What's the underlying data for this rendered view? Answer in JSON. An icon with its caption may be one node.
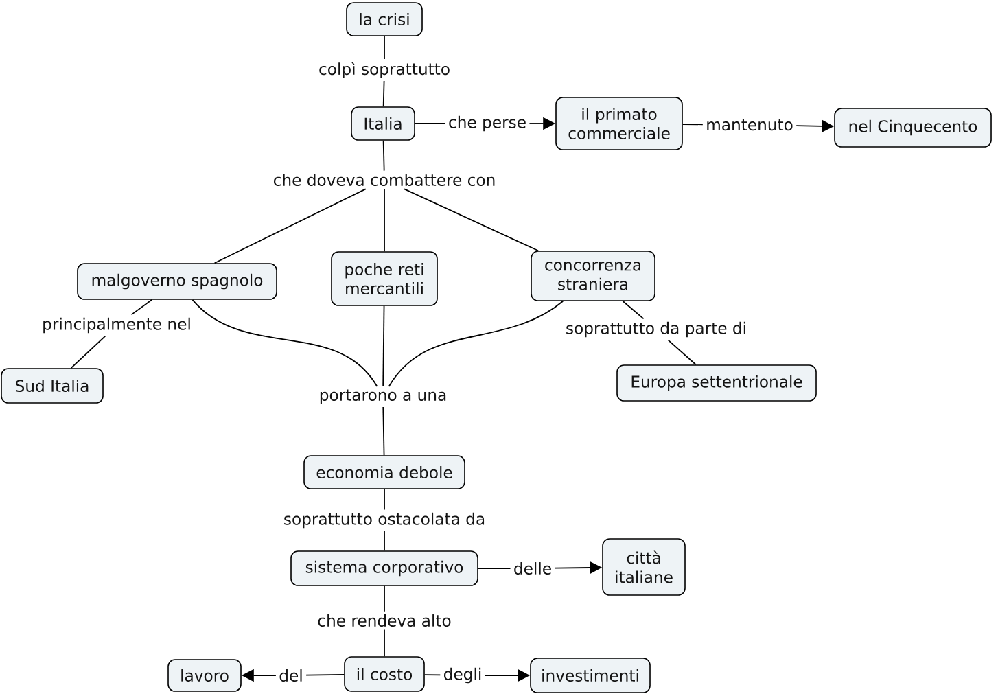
{
  "diagram": {
    "nodes": [
      {
        "text": [
          "la crisi"
        ]
      },
      {
        "text": [
          "colpì soprattutto"
        ]
      },
      {
        "text": [
          "Italia"
        ]
      },
      {
        "text": [
          "che perse"
        ]
      },
      {
        "text": [
          "il primato commerciale"
        ]
      },
      {
        "text": [
          "mantenuto"
        ]
      },
      {
        "text": [
          "nel Cinquecento"
        ]
      },
      {
        "text": [
          "che doveva combattere con"
        ]
      },
      {
        "text": [
          "malgoverno spagnolo"
        ]
      },
      {
        "text": [
          "poche reti mercantili"
        ]
      },
      {
        "text": [
          "concorrenza straniera"
        ]
      },
      {
        "text": [
          "principalmente nel"
        ]
      },
      {
        "text": [
          "soprattutto da parte di"
        ]
      },
      {
        "text": [
          "Sud Italia"
        ]
      },
      {
        "text": [
          "Europa settentrionale"
        ]
      },
      {
        "text": [
          "portarono a una"
        ]
      },
      {
        "text": [
          "economia debole"
        ]
      },
      {
        "text": [
          "soprattutto ostacolata da"
        ]
      },
      {
        "text": [
          "sistema corporativo"
        ]
      },
      {
        "text": [
          "delle"
        ]
      },
      {
        "text": [
          "città italiane"
        ]
      },
      {
        "text": [
          "che rendeva alto"
        ]
      },
      {
        "text": [
          "lavoro"
        ]
      },
      {
        "text": [
          "del"
        ]
      },
      {
        "text": [
          "il costo"
        ]
      },
      {
        "text": [
          "degli"
        ]
      },
      {
        "text": [
          "investimenti"
        ]
      }
    ],
    "edges": [
      {
        "from": 0,
        "to": 1,
        "arrow": "none"
      },
      {
        "from": 1,
        "to": 2,
        "arrow": "none"
      },
      {
        "from": 2,
        "to": 3,
        "arrow": "none"
      },
      {
        "from": 3,
        "to": 4,
        "arrow": "to"
      },
      {
        "from": 4,
        "to": 5,
        "arrow": "none"
      },
      {
        "from": 5,
        "to": 6,
        "arrow": "to"
      },
      {
        "from": 2,
        "to": 7,
        "arrow": "none"
      },
      {
        "from": 7,
        "to": 8,
        "arrow": "none"
      },
      {
        "from": 7,
        "to": 9,
        "arrow": "none"
      },
      {
        "from": 7,
        "to": 10,
        "arrow": "none"
      },
      {
        "from": 8,
        "to": 11,
        "arrow": "none"
      },
      {
        "from": 11,
        "to": 13,
        "arrow": "none"
      },
      {
        "from": 10,
        "to": 12,
        "arrow": "none"
      },
      {
        "from": 12,
        "to": 14,
        "arrow": "none"
      },
      {
        "from": 8,
        "to": 15,
        "arrow": "none"
      },
      {
        "from": 9,
        "to": 15,
        "arrow": "none"
      },
      {
        "from": 10,
        "to": 15,
        "arrow": "none"
      },
      {
        "from": 15,
        "to": 16,
        "arrow": "none"
      },
      {
        "from": 16,
        "to": 17,
        "arrow": "none"
      },
      {
        "from": 17,
        "to": 18,
        "arrow": "none"
      },
      {
        "from": 18,
        "to": 19,
        "arrow": "none"
      },
      {
        "from": 19,
        "to": 20,
        "arrow": "to"
      },
      {
        "from": 18,
        "to": 21,
        "arrow": "none"
      },
      {
        "from": 21,
        "to": 24,
        "arrow": "none"
      },
      {
        "from": 24,
        "to": 23,
        "arrow": "none"
      },
      {
        "from": 23,
        "to": 22,
        "arrow": "to"
      },
      {
        "from": 24,
        "to": 25,
        "arrow": "none"
      },
      {
        "from": 25,
        "to": 26,
        "arrow": "to"
      }
    ]
  }
}
